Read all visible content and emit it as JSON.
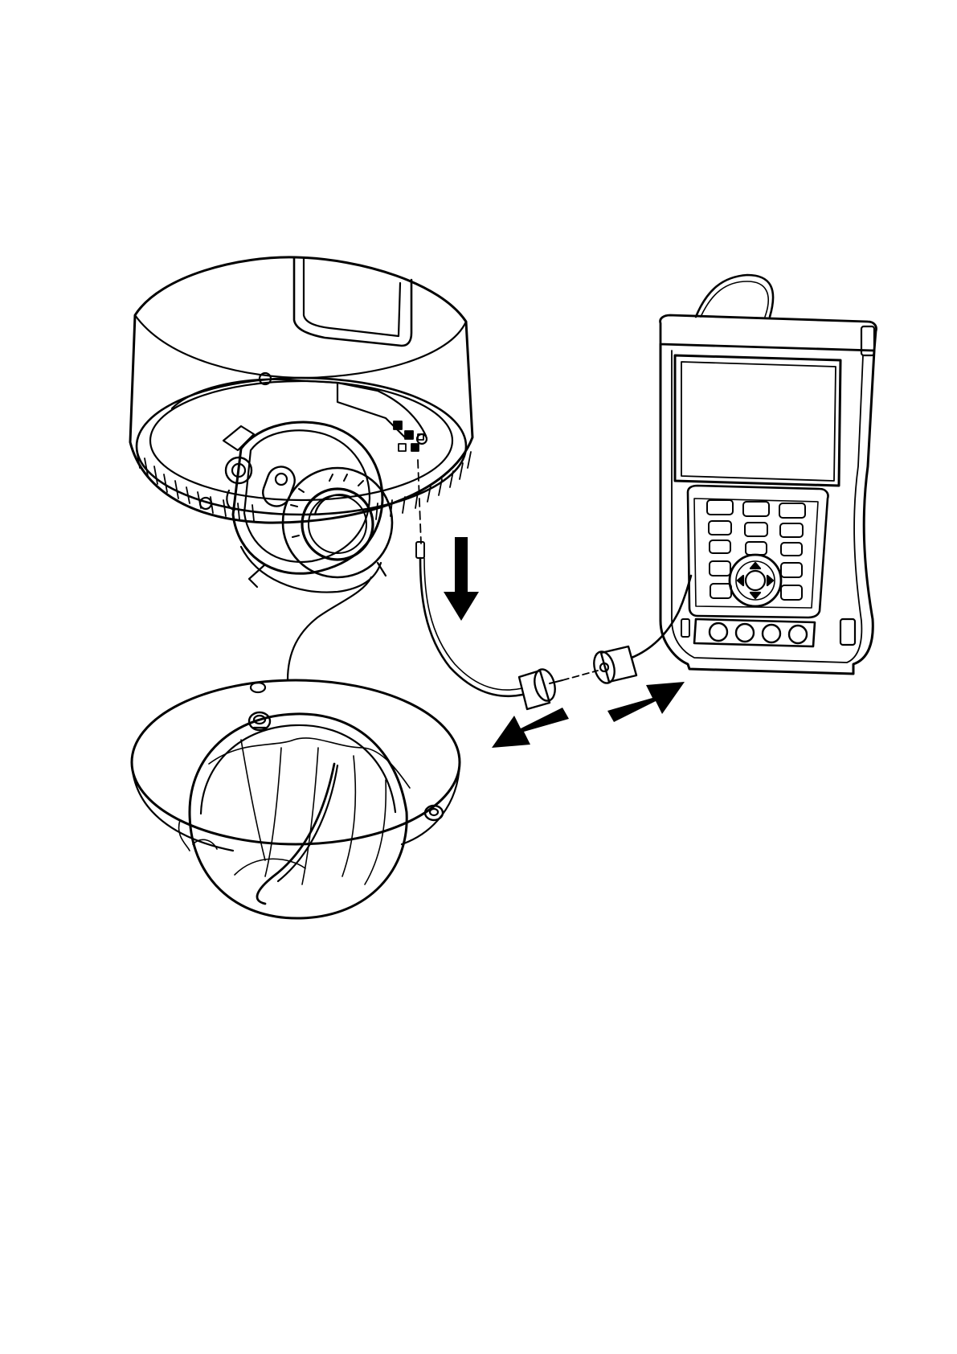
{
  "figure": {
    "background": "#ffffff",
    "line_color": "#000000",
    "components": [
      "camera-base",
      "camera-lens-module",
      "dome-cover",
      "video-cable",
      "bnc-connector",
      "cctv-tester",
      "direction-arrows"
    ],
    "tester_keypad": {
      "rows": 6,
      "columns": 3
    }
  }
}
